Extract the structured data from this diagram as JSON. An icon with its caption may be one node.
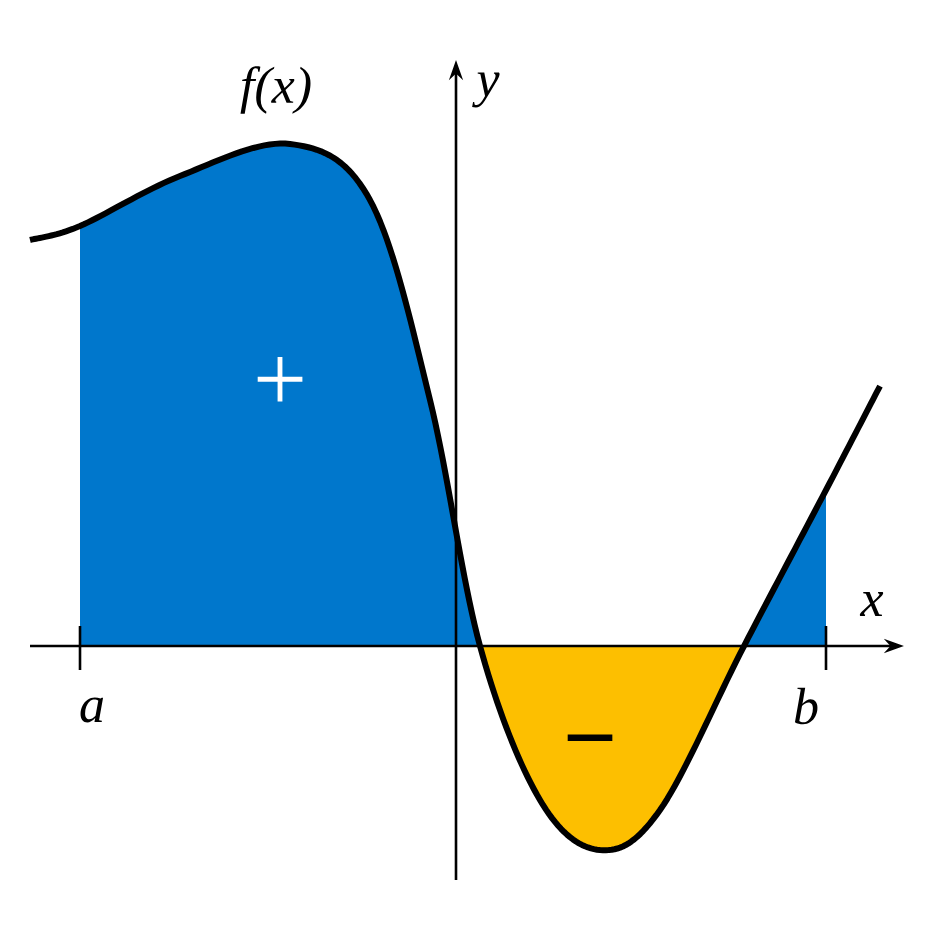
{
  "diagram": {
    "labels": [
      "f(x)",
      "y",
      "+",
      "x",
      "a",
      "b",
      "−"
    ]
  }
}
